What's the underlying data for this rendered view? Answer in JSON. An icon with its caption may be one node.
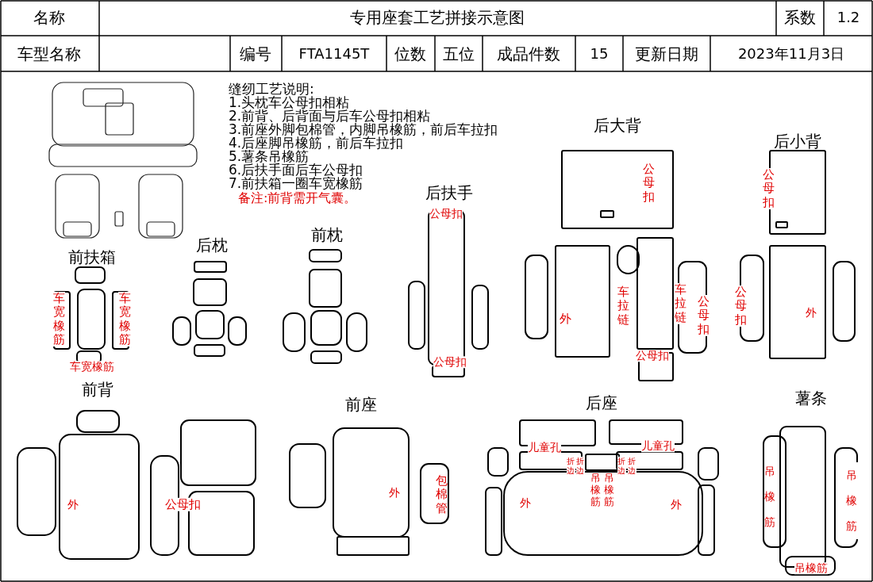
{
  "diagram": {
    "title": "专用座套工艺拼接示意图",
    "labels": [
      "名称",
      "系数",
      "1.2",
      "车型名称",
      "编号",
      "FTA1145T",
      "位数",
      "五位",
      "成品件数",
      "15",
      "更新日期",
      "2023年11月3日",
      "缝纫工艺说明:",
      "1.头枕车公母扣相粘",
      "2.前背、后背面与后车公母扣相粘",
      "3.前座外脚包棉管，内脚吊橡筋，前后车拉扣",
      "4.后座脚吊橡筋，前后车拉扣",
      "5.薯条吊橡筋",
      "6.后扶手面后车公母扣",
      "7.前扶箱一圈车宽橡筋",
      "备注:前背需开气囊。",
      "后大背",
      "公母扣",
      "后小背",
      "公母扣",
      "后扶手",
      "公母扣",
      "前扶箱",
      "后枕",
      "前枕",
      "车宽橡筋",
      "车宽橡筋",
      "外",
      "车拉链",
      "车拉链",
      "公母扣",
      "公母扣",
      "公母扣",
      "公母扣",
      "车宽橡筋",
      "前背",
      "前座",
      "后座",
      "薯条",
      "儿童孔",
      "儿童孔",
      "折边",
      "折边",
      "折边",
      "折边",
      "吊橡筋",
      "吊橡筋",
      "吊橡筋",
      "吊橡筋",
      "外",
      "公母扣",
      "外",
      "包棉管",
      "外",
      "外",
      "外",
      "吊橡筋"
    ]
  }
}
